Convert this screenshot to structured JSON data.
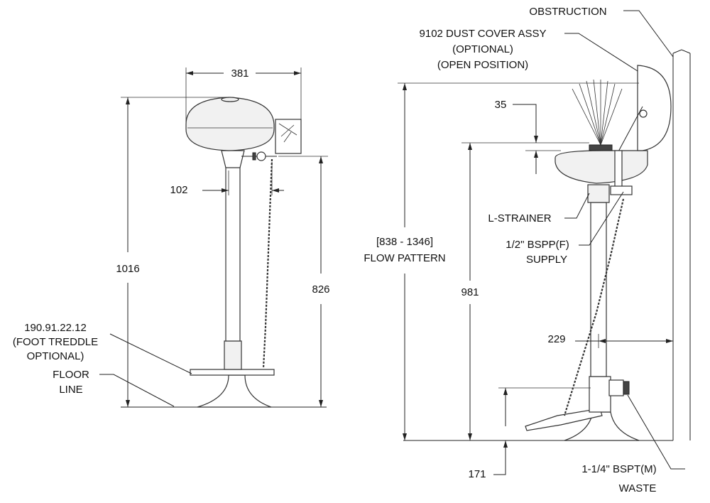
{
  "left_view": {
    "dim_width": "381",
    "dim_overall_height": "1016",
    "dim_nozzle_offset": "102",
    "dim_supply_height": "826",
    "treadle_part_line1": "190.91.22.12",
    "treadle_part_line2": "(FOOT TREDDLE",
    "treadle_part_line3": "OPTIONAL)",
    "floor_line1": "FLOOR",
    "floor_line2": "LINE"
  },
  "right_view": {
    "obstruction": "OBSTRUCTION",
    "dust_cover_line1": "9102 DUST COVER ASSY",
    "dust_cover_line2": "(OPTIONAL)",
    "dust_cover_line3": "(OPEN POSITION)",
    "dim_spray": "35",
    "flow_range": "[838 - 1346]",
    "flow_label": "FLOW PATTERN",
    "dim_bowl_height": "981",
    "strainer": "L-STRAINER",
    "supply_line1": "1/2\" BSPP(F)",
    "supply_line2": "SUPPLY",
    "dim_wall": "229",
    "dim_waste_height": "171",
    "waste_line1": "1-1/4\" BSPT(M)",
    "waste_line2": "WASTE"
  }
}
